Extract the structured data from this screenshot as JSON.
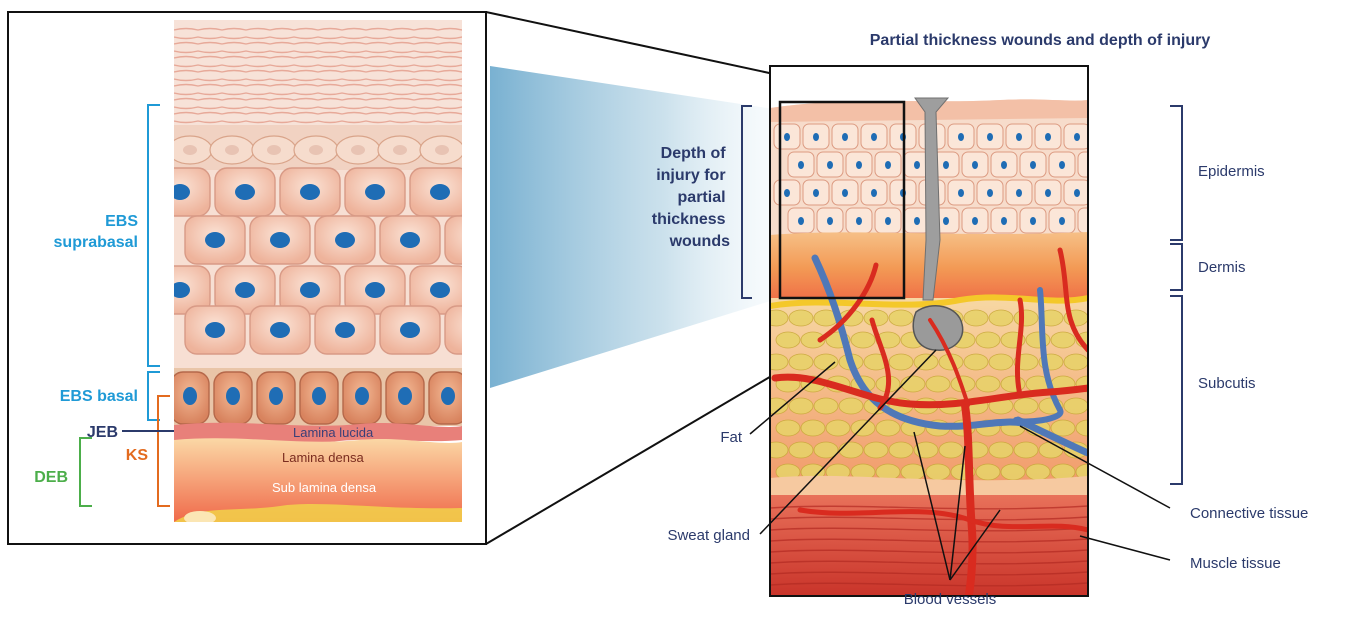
{
  "title": "Partial thickness wounds and depth of injury",
  "left_panel": {
    "labels": {
      "ebs_suprabasal_1": "EBS",
      "ebs_suprabasal_2": "suprabasal",
      "ebs_basal": "EBS basal",
      "jeb": "JEB",
      "ks": "KS",
      "deb": "DEB",
      "lamina_lucida": "Lamina lucida",
      "lamina_densa": "Lamina densa",
      "sub_lamina_densa": "Sub lamina densa"
    }
  },
  "depth_label": [
    "Depth of",
    "injury for",
    "partial",
    "thickness",
    "wounds"
  ],
  "layers": {
    "epidermis": "Epidermis",
    "dermis": "Dermis",
    "subcutis": "Subcutis",
    "connective_tissue": "Connective tissue",
    "muscle_tissue": "Muscle tissue"
  },
  "structures": {
    "fat": "Fat",
    "sweat_gland": "Sweat gland",
    "blood_vessels": "Blood vessels"
  },
  "colors": {
    "navy": "#2b3a6b",
    "ebs_blue": "#1f9ad6",
    "ks_orange": "#e36b1f",
    "deb_green": "#4cae4a",
    "artery_red": "#d92b1f",
    "vein_blue": "#4f78b8",
    "fat_yellow": "#e8d26a"
  }
}
